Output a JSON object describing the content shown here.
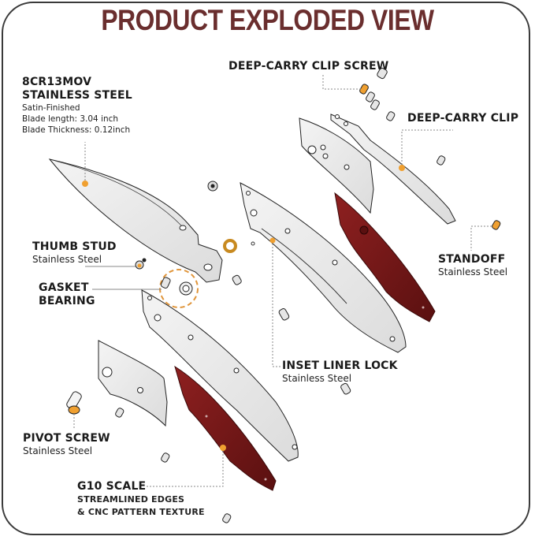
{
  "title": "PRODUCT EXPLODED VIEW",
  "colors": {
    "title": "#6a2e2e",
    "accent_orange": "#f0a030",
    "scale_red": "#7a1a1a",
    "steel": "#e6e6e6",
    "frame": "#3a3a3a"
  },
  "callouts": {
    "blade": {
      "name_line1": "8CR13MOV",
      "name_line2": "STAINLESS STEEL",
      "details": [
        "Satin-Finished",
        "Blade length:  3.04 inch",
        "Blade Thickness:  0.12inch"
      ]
    },
    "clip_screw": {
      "name": "DEEP-CARRY CLIP SCREW"
    },
    "clip": {
      "name": "DEEP-CARRY CLIP"
    },
    "thumb_stud": {
      "name": "THUMB STUD",
      "material": "Stainless Steel"
    },
    "gasket": {
      "name_line1": "GASKET",
      "name_line2": "BEARING"
    },
    "standoff": {
      "name": "STANDOFF",
      "material": "Stainless Steel"
    },
    "liner_lock": {
      "name": "INSET LINER LOCK",
      "material": "Stainless Steel"
    },
    "pivot_screw": {
      "name": "PIVOT SCREW",
      "material": "Stainless Steel"
    },
    "g10_scale": {
      "name": "G10 SCALE",
      "details": [
        "STREAMLINED EDGES",
        "& CNC PATTERN TEXTURE"
      ]
    }
  }
}
